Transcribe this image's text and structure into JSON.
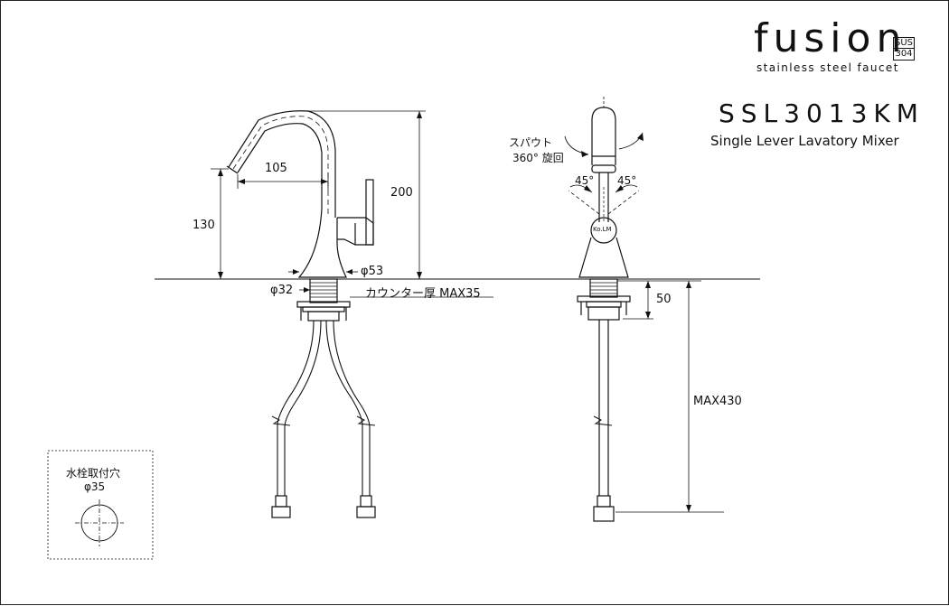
{
  "brand": {
    "name": "fusion",
    "badge_top": "SUS",
    "badge_bottom": "304",
    "tagline": "stainless steel faucet"
  },
  "product": {
    "model": "SSL3013KM",
    "description": "Single Lever Lavatory Mixer"
  },
  "dimensions": {
    "spout_reach": "105",
    "spout_height": "130",
    "total_height": "200",
    "base_diameter": "φ53",
    "shank_diameter": "φ32",
    "counter_thickness": "カウンター厚 MAX35",
    "under_length": "50",
    "hose_length": "MAX430"
  },
  "rotation": {
    "line1": "スパウト",
    "line2": "360° 旋回",
    "lever_left": "45°",
    "lever_right": "45°",
    "cap_mark": "Ko.LM"
  },
  "mounting_hole": {
    "title": "水栓取付穴",
    "diameter": "φ35"
  }
}
